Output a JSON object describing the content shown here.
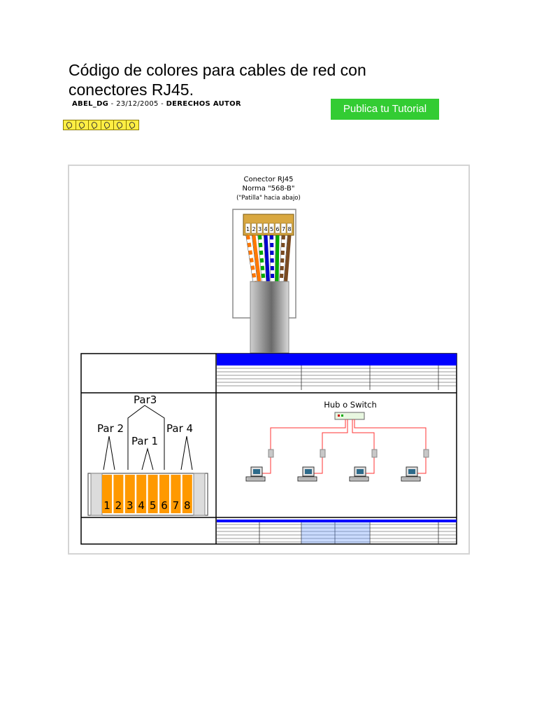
{
  "article": {
    "title": "Código de colores para cables de red con conectores RJ45.",
    "author": "ABEL_DG",
    "separator1": " - ",
    "date": "23/12/2005",
    "separator2": " - ",
    "rights": "DERECHOS AUTOR",
    "rating_stars": 6
  },
  "cta": {
    "label": "Publica tu Tutorial"
  },
  "diagram": {
    "connector_title": "Conector RJ45",
    "connector_norm": "Norma \"568-B\"",
    "connector_note": "(\"Patilla\" hacia abajo)",
    "pin_numbers": [
      "1",
      "2",
      "3",
      "4",
      "5",
      "6",
      "7",
      "8"
    ],
    "pairs": {
      "par1": "Par 1",
      "par2": "Par 2",
      "par3": "Par3",
      "par4": "Par 4"
    },
    "hub_label": "Hub o Switch",
    "colors": {
      "brand_green": "#33cc33",
      "pin_orange": "#ff9900",
      "table_blue": "#0000ff",
      "link_red": "#ff0000"
    }
  }
}
